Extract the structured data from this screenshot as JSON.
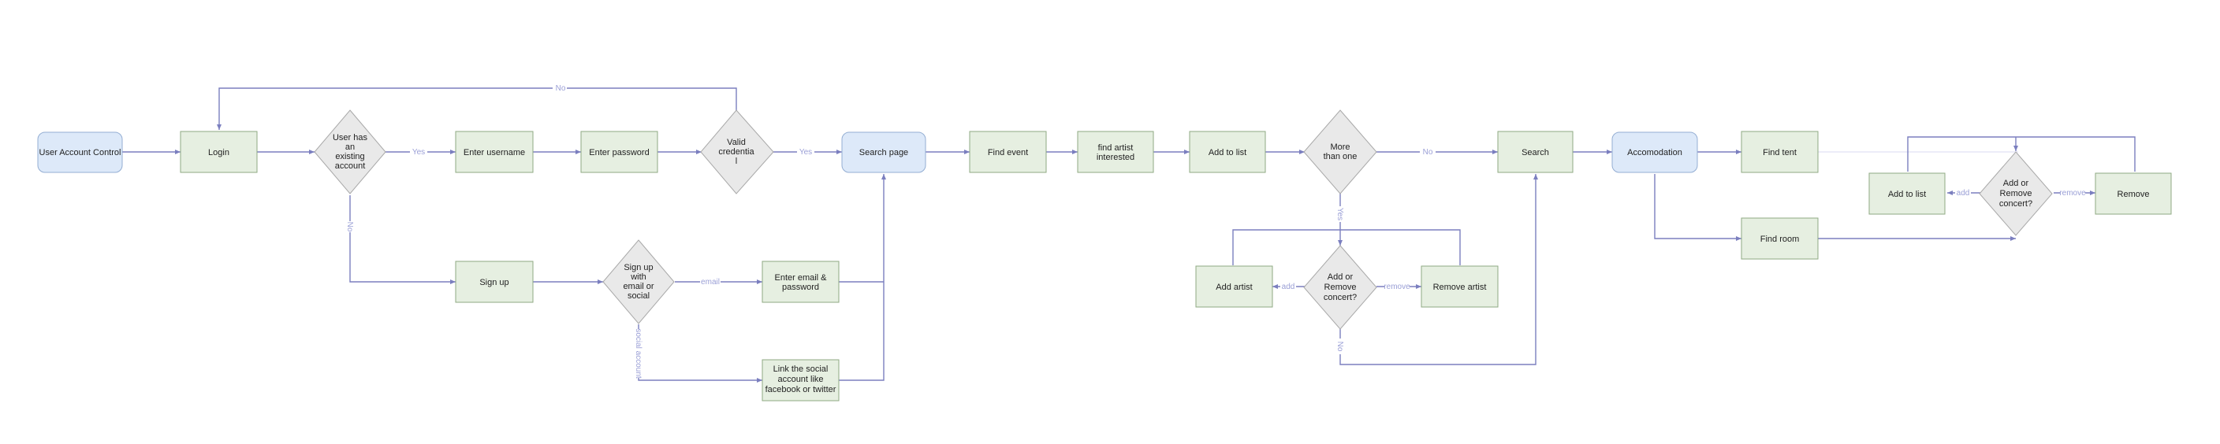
{
  "nodes": {
    "uac": [
      "User Account Control"
    ],
    "login": [
      "Login"
    ],
    "has_acct": [
      "User has",
      "an",
      "existing",
      "account"
    ],
    "enter_user": [
      "Enter username"
    ],
    "enter_pass": [
      "Enter password"
    ],
    "valid": [
      "Valid",
      "credentia",
      "l"
    ],
    "search_page": [
      "Search page"
    ],
    "find_event": [
      "Find event"
    ],
    "find_artist": [
      "find artist",
      "interested"
    ],
    "add_list": [
      "Add to list"
    ],
    "more_than": [
      "More",
      "than one"
    ],
    "search": [
      "Search"
    ],
    "accom": [
      "Accomodation"
    ],
    "find_tent": [
      "Find tent"
    ],
    "add_list2": [
      "Add to list"
    ],
    "add_remove2": [
      "Add or",
      "Remove",
      "concert?"
    ],
    "remove": [
      "Remove"
    ],
    "find_room": [
      "Find room"
    ],
    "signup": [
      "Sign up"
    ],
    "signup_with": [
      "Sign up",
      "with",
      "email or",
      "social"
    ],
    "email_pw": [
      "Enter email &",
      "password"
    ],
    "link_social": [
      "Link the social",
      "account like",
      "facebook or twitter"
    ],
    "add_artist": [
      "Add artist"
    ],
    "add_remove": [
      "Add or",
      "Remove",
      "concert?"
    ],
    "remove_artist": [
      "Remove artist"
    ]
  },
  "edge_labels": {
    "yes1": "Yes",
    "yes2": "Yes",
    "no_top": "No",
    "no_down": "No",
    "no_more": "No",
    "yes_more": "Yes",
    "email": "email",
    "social": "social account",
    "add1": "add",
    "remove1": "remove",
    "no_bottom": "No",
    "add2": "add",
    "remove2": "remove"
  }
}
